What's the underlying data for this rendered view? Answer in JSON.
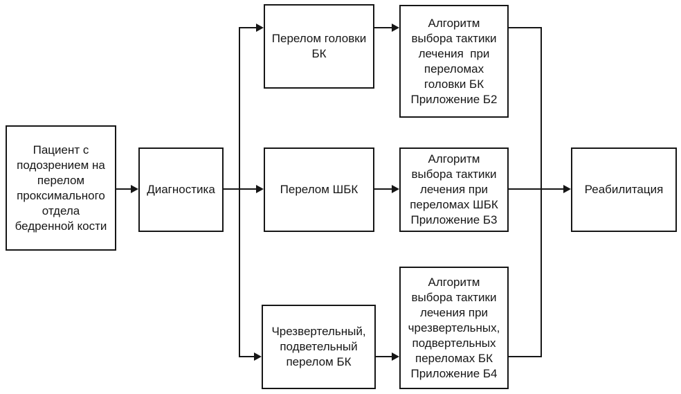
{
  "colors": {
    "line": "#161616",
    "background": "#ffffff",
    "text": "#161616"
  },
  "nodes": {
    "patient": "Пациент с\nподозрением на\nперелом\nпроксимального\nотдела\nбедренной кости",
    "diagnostics": "Диагностика",
    "fracture_head": "Перелом головки\nБК",
    "fracture_neck": "Перелом ШБК",
    "fracture_trochanteric": "Чрезвертельный,\nподветельный\nперелом БК",
    "algorithm_b2": "Алгоритм\nвыбора тактики\nлечения  при\nпереломах\nголовки БК\nПриложение Б2",
    "algorithm_b3": "Алгоритм\nвыбора тактики\nлечения при\nпереломах ШБК\nПриложение Б3",
    "algorithm_b4": "Алгоритм\nвыбора тактики\nлечения при\nчрезвертельных,\nподвертельных\nпереломах БК\nПриложение Б4",
    "rehabilitation": "Реабилитация"
  }
}
